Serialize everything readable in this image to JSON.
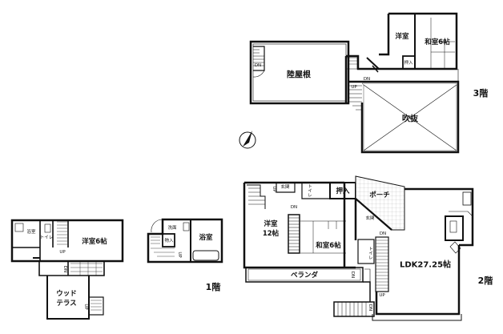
{
  "floors": {
    "floor3": {
      "label": "3階",
      "rooms": {
        "roof": "陸屋根",
        "western_room": "洋室",
        "japanese_room": "和室6帖",
        "closet": "押入",
        "void": "吹抜"
      },
      "stairs": {
        "dn_left": "DN",
        "dn_center": "DN",
        "up_center": "UP"
      }
    },
    "floor2": {
      "label": "2階",
      "rooms": {
        "western_room_line1": "洋室",
        "western_room_line2": "12帖",
        "japanese_room": "和室6帖",
        "closet": "押入",
        "porch": "ポーチ",
        "entrance_top": "玄関",
        "entrance_porch": "玄関",
        "toilet_top": "トイレ",
        "toilet_mid": "トイレ",
        "veranda": "ベランダ",
        "ldk": "LDK27.25帖"
      },
      "stairs": {
        "up_left": "UP",
        "dn_inner": "DN",
        "dn_ldk": "DN",
        "up_ldk": "UP",
        "dn_veranda": "DN",
        "dn_bottom": "DN"
      }
    },
    "floor1": {
      "label": "1階",
      "rooms": {
        "bath_left": "浴室",
        "toilet": "トイレ",
        "western_room": "洋室6帖",
        "wood_terrace_line1": "ウッド",
        "wood_terrace_line2": "テラス",
        "washroom": "洗面",
        "storage": "物入",
        "bath_right": "浴室"
      },
      "stairs": {
        "up_left": "UP",
        "dn_left": "DN",
        "up_terrace": "UP",
        "up_right": "UP"
      }
    }
  },
  "compass": {
    "direction": "north",
    "icon": "compass-north-arrow-icon"
  }
}
